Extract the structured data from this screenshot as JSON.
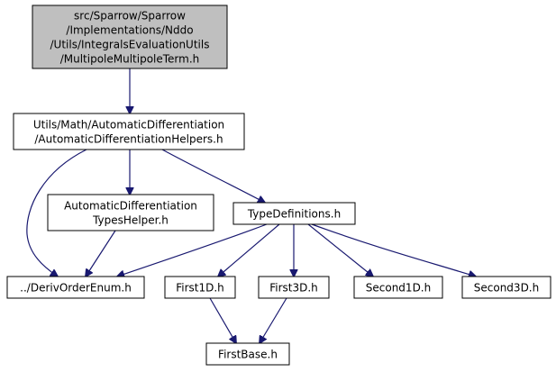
{
  "colors": {
    "node_fill": "#ffffff",
    "root_fill": "#bfbfbf",
    "node_border": "#000000",
    "edge": "#191970"
  },
  "nodes": [
    {
      "id": "root",
      "lines": [
        "src/Sparrow/Sparrow",
        "/Implementations/Nddo",
        "/Utils/IntegralsEvaluationUtils",
        "/MultipoleMultipoleTerm.h"
      ],
      "highlighted": true
    },
    {
      "id": "adh",
      "lines": [
        "Utils/Math/AutomaticDifferentiation",
        "/AutomaticDifferentiationHelpers.h"
      ]
    },
    {
      "id": "ath",
      "lines": [
        "AutomaticDifferentiation",
        "TypesHelper.h"
      ]
    },
    {
      "id": "td",
      "lines": [
        "TypeDefinitions.h"
      ]
    },
    {
      "id": "doe",
      "lines": [
        "../DerivOrderEnum.h"
      ]
    },
    {
      "id": "f1d",
      "lines": [
        "First1D.h"
      ]
    },
    {
      "id": "f3d",
      "lines": [
        "First3D.h"
      ]
    },
    {
      "id": "s1d",
      "lines": [
        "Second1D.h"
      ]
    },
    {
      "id": "s3d",
      "lines": [
        "Second3D.h"
      ]
    },
    {
      "id": "fb",
      "lines": [
        "FirstBase.h"
      ]
    }
  ],
  "edges": [
    {
      "from": "root",
      "to": "adh"
    },
    {
      "from": "adh",
      "to": "doe"
    },
    {
      "from": "adh",
      "to": "ath"
    },
    {
      "from": "adh",
      "to": "td"
    },
    {
      "from": "ath",
      "to": "doe"
    },
    {
      "from": "td",
      "to": "doe"
    },
    {
      "from": "td",
      "to": "f1d"
    },
    {
      "from": "td",
      "to": "f3d"
    },
    {
      "from": "td",
      "to": "s1d"
    },
    {
      "from": "td",
      "to": "s3d"
    },
    {
      "from": "f1d",
      "to": "fb"
    },
    {
      "from": "f3d",
      "to": "fb"
    }
  ]
}
